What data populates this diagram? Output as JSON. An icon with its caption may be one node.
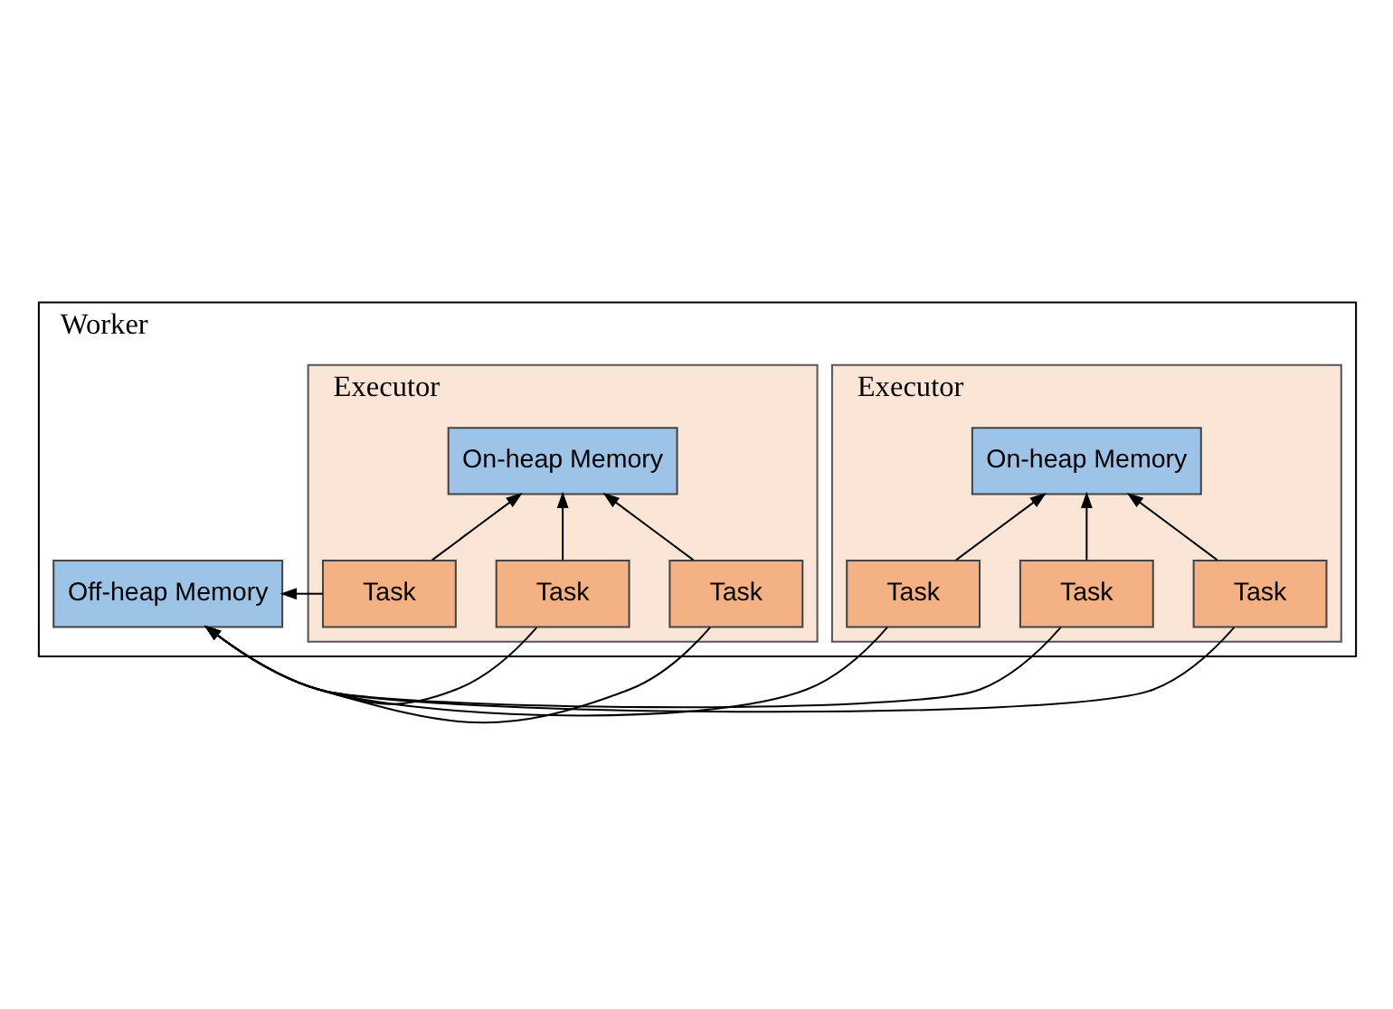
{
  "diagram": {
    "nodes": [
      {
        "text": [
          "Worker"
        ]
      },
      {
        "text": [
          "Executor"
        ],
        "in": 0
      },
      {
        "text": [
          "On-heap Memory"
        ],
        "in": 1
      },
      {
        "text": [
          "Task"
        ],
        "in": 1
      },
      {
        "text": [
          "Task"
        ],
        "in": 1
      },
      {
        "text": [
          "Task"
        ],
        "in": 1
      },
      {
        "text": [
          "Executor"
        ],
        "in": 0
      },
      {
        "text": [
          "On-heap Memory"
        ],
        "in": 6
      },
      {
        "text": [
          "Task"
        ],
        "in": 6
      },
      {
        "text": [
          "Task"
        ],
        "in": 6
      },
      {
        "text": [
          "Task"
        ],
        "in": 6
      },
      {
        "text": [
          "Off-heap Memory"
        ],
        "in": 0
      }
    ],
    "edges": [
      {
        "from": 3,
        "to": 2,
        "arrow": "to"
      },
      {
        "from": 4,
        "to": 2,
        "arrow": "to"
      },
      {
        "from": 5,
        "to": 2,
        "arrow": "to"
      },
      {
        "from": 3,
        "to": 11,
        "arrow": "to"
      },
      {
        "from": 4,
        "to": 11,
        "arrow": "to"
      },
      {
        "from": 5,
        "to": 11,
        "arrow": "to"
      },
      {
        "from": 8,
        "to": 7,
        "arrow": "to"
      },
      {
        "from": 9,
        "to": 7,
        "arrow": "to"
      },
      {
        "from": 10,
        "to": 7,
        "arrow": "to"
      },
      {
        "from": 8,
        "to": 11,
        "arrow": "to"
      },
      {
        "from": 9,
        "to": 11,
        "arrow": "to"
      },
      {
        "from": 10,
        "to": 11,
        "arrow": "to"
      }
    ]
  }
}
